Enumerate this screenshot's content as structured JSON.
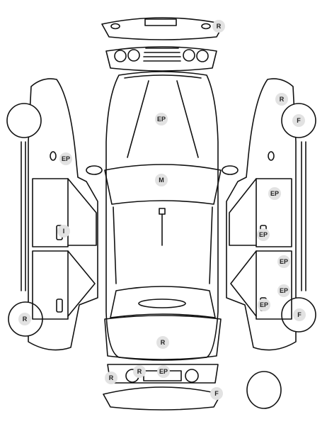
{
  "colors": {
    "line": "#111111",
    "marker_fill": "#e2e2e2",
    "marker_text": "#222222",
    "background": "#ffffff"
  },
  "markers": {
    "rear_bumper_top": "R",
    "hood": "EP",
    "windshield": "M",
    "left_front_side": "EP",
    "left_door": "I",
    "left_rear_wheel": "R",
    "right_front_fender": "R",
    "right_front_wheel": "F",
    "right_front_door": "EP",
    "right_front_door_handle": "EP",
    "right_rear_door": "EP",
    "right_rear_door_lower": "EP",
    "right_rear_door_handle": "EP",
    "right_rear_wheel": "F",
    "trunk": "R",
    "rear_lights_left": "R",
    "rear_plate": "EP",
    "rear_bumper_corner": "R",
    "front_bumper_bottom": "F"
  }
}
